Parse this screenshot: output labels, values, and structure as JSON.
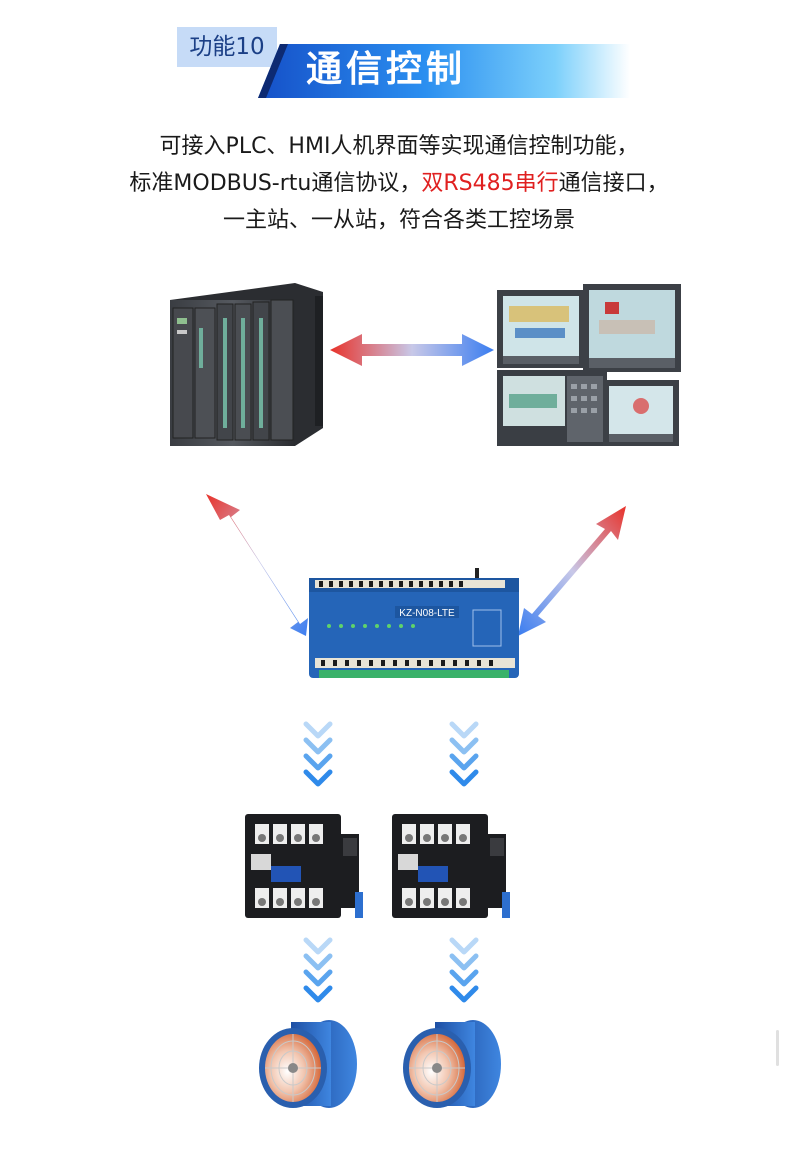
{
  "header": {
    "tag": "功能10",
    "title": "通信控制"
  },
  "intro": {
    "line1": "可接入PLC、HMI人机界面等实现通信控制功能，",
    "line2_pre": "标准MODBUS-rtu通信协议，",
    "line2_highlight": "双RS485串行",
    "line2_post": "通信接口，",
    "line3": "一主站、一从站，符合各类工控场景"
  },
  "controller": {
    "model": "KZ-N08-LTE"
  },
  "colors": {
    "accent_blue": "#1e6fd8",
    "arrow_red": "#e8322a",
    "arrow_blue": "#3a7df0",
    "highlight_red": "#e02020"
  }
}
